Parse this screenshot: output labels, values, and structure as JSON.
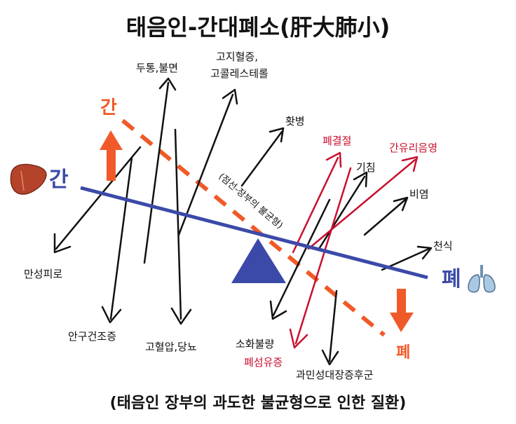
{
  "title": "태음인-간대폐소(肝大肺小)",
  "subtitle": "(태음인 장부의 과도한 불균형으로 인한 질환)",
  "colors": {
    "blue": "#3b4aa8",
    "orange": "#f05a28",
    "dark_red": "#c8102e",
    "ink": "#111111"
  },
  "beam": {
    "liver_label": "간",
    "lung_label": "폐",
    "dashed_top_label": "간",
    "dashed_bottom_label": "폐",
    "rotated_note": "(점선-장부의 불균형)"
  },
  "icons": {
    "liver": "liver-icon",
    "lungs": "lungs-icon",
    "fulcrum": "triangle-fulcrum-icon"
  },
  "diseases": {
    "headache": "두통,불면",
    "hyperlipidemia_1": "고지혈증,",
    "hyperlipidemia_2": "고콜레스테롤",
    "hwabyung": "홧병",
    "chronic_fatigue": "만성피로",
    "dry_eye": "안구건조증",
    "hypertension": "고혈압,당뇨",
    "indigestion": "소화불량",
    "ibs": "과민성대장증후군",
    "cough": "기침",
    "rhinitis": "비염",
    "asthma": "천식"
  },
  "lung_diseases": {
    "pulmonary_nodule": "폐결절",
    "bronchiectasis": "간유리음영",
    "pulmonary_fibrosis": "폐섬유증"
  }
}
